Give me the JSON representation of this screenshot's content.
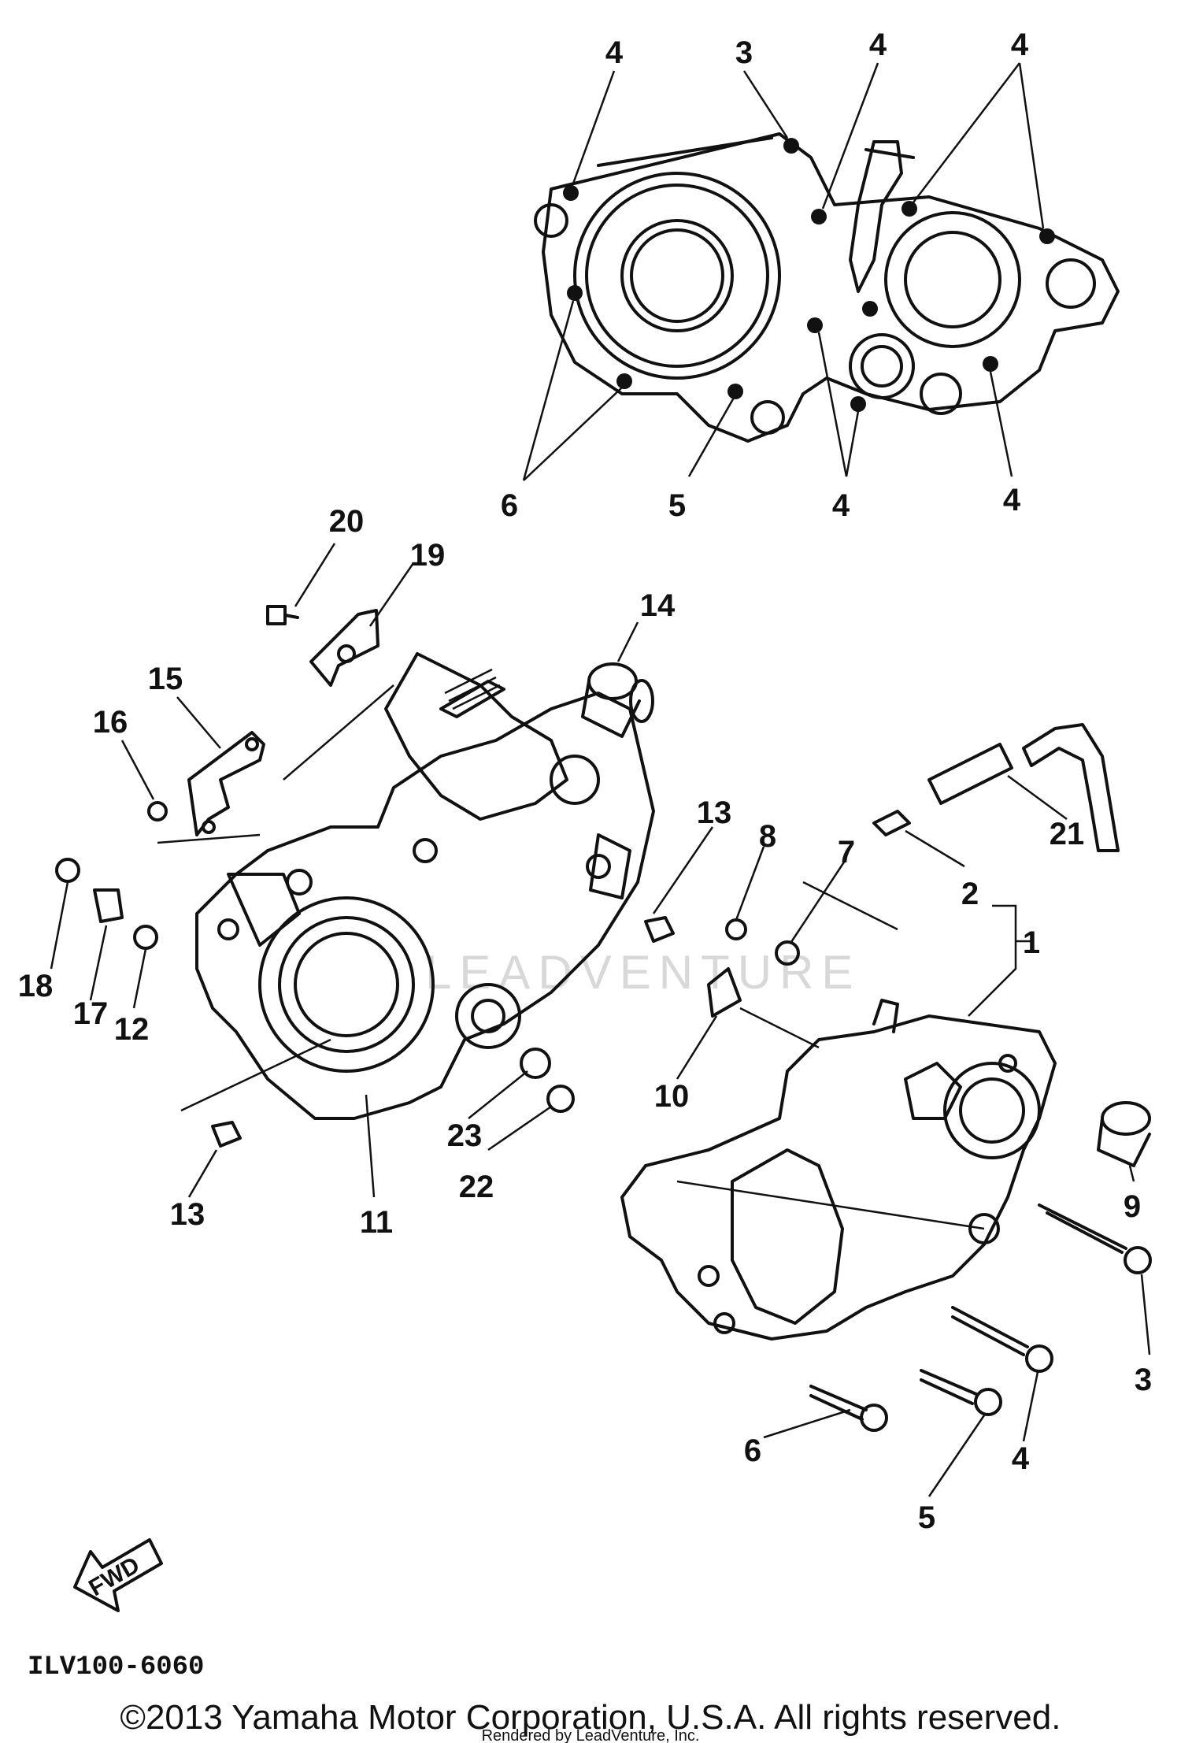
{
  "callouts": [
    {
      "id": "c1",
      "text": "4"
    },
    {
      "id": "c2",
      "text": "3"
    },
    {
      "id": "c3",
      "text": "4"
    },
    {
      "id": "c4",
      "text": "4"
    },
    {
      "id": "c5",
      "text": "6"
    },
    {
      "id": "c6",
      "text": "5"
    },
    {
      "id": "c7",
      "text": "4"
    },
    {
      "id": "c8",
      "text": "4"
    },
    {
      "id": "c9",
      "text": "20"
    },
    {
      "id": "c10",
      "text": "19"
    },
    {
      "id": "c11",
      "text": "14"
    },
    {
      "id": "c12",
      "text": "15"
    },
    {
      "id": "c13",
      "text": "16"
    },
    {
      "id": "c14",
      "text": "18"
    },
    {
      "id": "c15",
      "text": "17"
    },
    {
      "id": "c16",
      "text": "12"
    },
    {
      "id": "c17",
      "text": "13"
    },
    {
      "id": "c18",
      "text": "11"
    },
    {
      "id": "c19",
      "text": "13"
    },
    {
      "id": "c20",
      "text": "8"
    },
    {
      "id": "c21",
      "text": "7"
    },
    {
      "id": "c22",
      "text": "2"
    },
    {
      "id": "c23",
      "text": "21"
    },
    {
      "id": "c24",
      "text": "1"
    },
    {
      "id": "c25",
      "text": "10"
    },
    {
      "id": "c26",
      "text": "23"
    },
    {
      "id": "c27",
      "text": "22"
    },
    {
      "id": "c28",
      "text": "9"
    },
    {
      "id": "c29",
      "text": "3"
    },
    {
      "id": "c30",
      "text": "6"
    },
    {
      "id": "c31",
      "text": "5"
    },
    {
      "id": "c32",
      "text": "4"
    }
  ],
  "fwd_label": "FWD",
  "diagram_code": "ILV100-6060",
  "copyright": "©2013 Yamaha Motor Corporation, U.S.A. All rights reserved.",
  "rendered_by": "Rendered by LeadVenture, Inc.",
  "watermark": "LEADVENTURE"
}
